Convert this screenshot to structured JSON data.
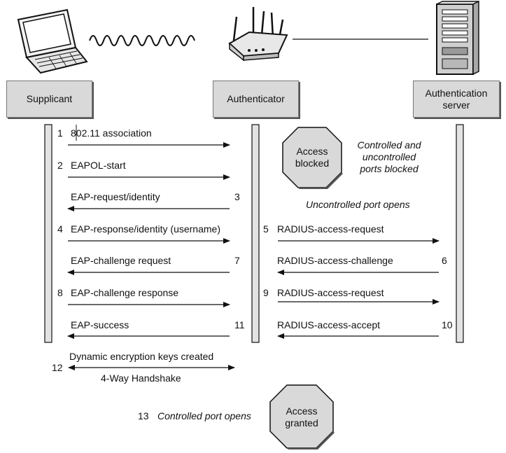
{
  "entities": {
    "supplicant": "Supplicant",
    "authenticator": "Authenticator",
    "server_line1": "Authentication",
    "server_line2": "server"
  },
  "steps": [
    {
      "n": "1",
      "label": "802.11 association"
    },
    {
      "n": "2",
      "label": "EAPOL-start"
    },
    {
      "n": "3",
      "label": "EAP-request/identity"
    },
    {
      "n": "4",
      "label": "EAP-response/identity (username)"
    },
    {
      "n": "5",
      "label": "RADIUS-access-request"
    },
    {
      "n": "6",
      "label": "RADIUS-access-challenge"
    },
    {
      "n": "7",
      "label": "EAP-challenge request"
    },
    {
      "n": "8",
      "label": "EAP-challenge response"
    },
    {
      "n": "9",
      "label": "RADIUS-access-request"
    },
    {
      "n": "10",
      "label": "RADIUS-access-accept"
    },
    {
      "n": "11",
      "label": "EAP-success"
    },
    {
      "n": "12",
      "label": "Dynamic encryption keys created",
      "sublabel": "4-Way Handshake"
    },
    {
      "n": "13",
      "label": "Controlled port opens"
    }
  ],
  "notes": {
    "blocked_line1": "Controlled and",
    "blocked_line2": "uncontrolled",
    "blocked_line3": "ports blocked",
    "uncontrolled_opens": "Uncontrolled port opens"
  },
  "octagons": {
    "blocked_line1": "Access",
    "blocked_line2": "blocked",
    "granted_line1": "Access",
    "granted_line2": "granted"
  },
  "icons": [
    "laptop-icon",
    "wireless-signal-icon",
    "access-point-icon",
    "server-icon"
  ]
}
